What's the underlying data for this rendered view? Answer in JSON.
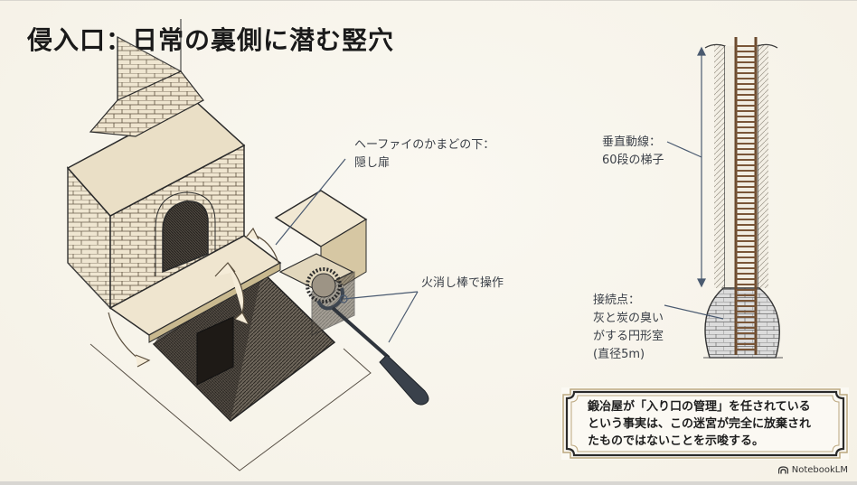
{
  "title": "侵入口：日常の裏側に潜む竪穴",
  "labels": {
    "hidden_door": {
      "line1": "ヘーファイのかまどの下：",
      "line2": "隠し扉"
    },
    "operation": "火消し棒で操作",
    "vertical_path": {
      "line1": "垂直動線：",
      "line2": "60段の梯子"
    },
    "connection": {
      "line1": "接続点：",
      "line2": "灰と炭の臭い",
      "line3": "がする円形室",
      "line4": "(直径5m)"
    }
  },
  "callout": {
    "lines": [
      "鍛冶屋が「入り口の管理」を任されている",
      "という事実は、この迷宮が完全に放棄され",
      "たものではないことを示唆する。"
    ]
  },
  "branding": {
    "logo_icon": "notebooklm-logo-icon",
    "name": "NotebookLM"
  },
  "colors": {
    "background": "#f7f4ec",
    "brick": "#e8dcc2",
    "ink": "#2b2b2b",
    "pointer_line": "#4a5a70",
    "callout_border": "#2a2a2a",
    "callout_accent": "#bba77f"
  }
}
